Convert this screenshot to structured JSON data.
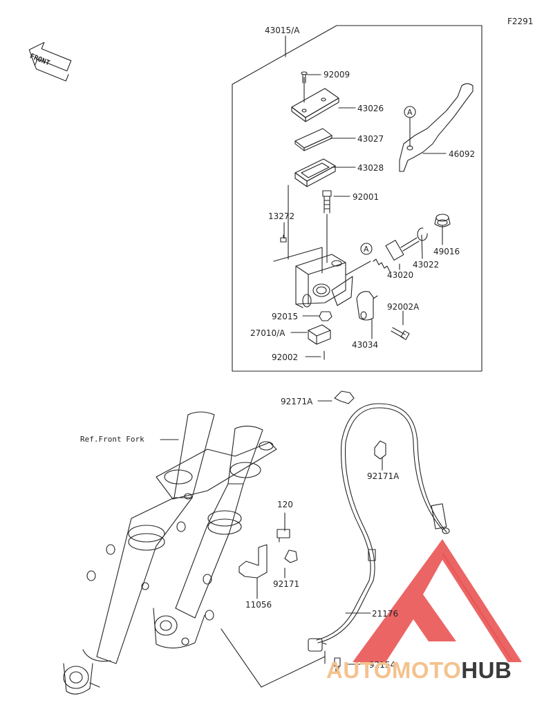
{
  "figure_code": "F2291",
  "front_arrow_text": "FRONT",
  "ref_label": "Ref.Front Fork",
  "callout_letter": "A",
  "parts": {
    "p43015A": "43015/A",
    "p92009": "92009",
    "p43026": "43026",
    "p43027": "43027",
    "p43028": "43028",
    "p46092": "46092",
    "p92001": "92001",
    "p13272": "13272",
    "p49016": "49016",
    "p43022": "43022",
    "p43020": "43020",
    "p92002A": "92002A",
    "p92015": "92015",
    "p27010A": "27010/A",
    "p43034": "43034",
    "p92002": "92002",
    "p92171A_top": "92171A",
    "p92171A_mid": "92171A",
    "p120": "120",
    "p92171": "92171",
    "p11056": "11056",
    "p21176": "21176",
    "p92154": "92154"
  },
  "watermark": {
    "part1": "AUTO",
    "part2": "MOTO",
    "part3": "HUB",
    "color_light": "#f4c28e",
    "color_dark": "#3a3a3a"
  },
  "colors": {
    "line": "#222222",
    "logo_red": "#e84a4a"
  }
}
